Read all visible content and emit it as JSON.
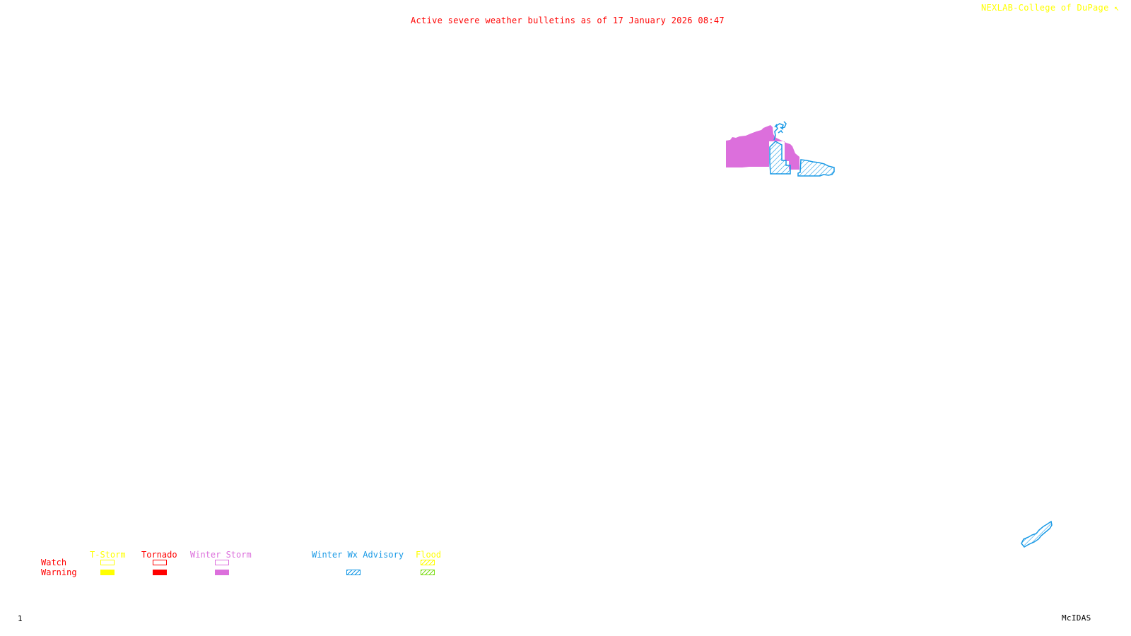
{
  "header": {
    "title": "Active severe weather bulletins as of 17 January 2026 08:47",
    "credit": "NEXLAB-College of DuPage",
    "credit_icon": "cursor-arrow-icon"
  },
  "colors": {
    "title": "#ff0000",
    "credit": "#ffff00",
    "tstorm": "#ffff00",
    "tornado": "#ff0000",
    "winter_storm": "#dc6fdc",
    "winter_wx_advisory": "#1a9ae6",
    "flood_watch": "#ffff00",
    "flood_warning": "#7fdc1a"
  },
  "legend": {
    "row_labels": {
      "watch": "Watch",
      "warning": "Warning"
    },
    "categories": [
      {
        "key": "tstorm",
        "label": "T-Storm",
        "watch": "outline",
        "warning": "filled"
      },
      {
        "key": "tornado",
        "label": "Tornado",
        "watch": "outline",
        "warning": "filled"
      },
      {
        "key": "winter_storm",
        "label": "Winter Storm",
        "watch": "outline",
        "warning": "filled"
      },
      {
        "key": "winter_wx_advisory",
        "label": "Winter Wx Advisory",
        "watch": null,
        "warning": "hatched"
      },
      {
        "key": "flood",
        "label": "Flood",
        "watch": "hatched",
        "warning": "hatched"
      }
    ]
  },
  "active_areas": [
    {
      "type": "Winter Storm Warning",
      "style": "filled",
      "region": "northern region"
    },
    {
      "type": "Winter Wx Advisory",
      "style": "hatched",
      "region": "northern region east"
    },
    {
      "type": "Winter Wx Advisory",
      "style": "hatched",
      "region": "southeast region"
    }
  ],
  "footer": {
    "frame_number": "1",
    "software": "McIDAS"
  }
}
